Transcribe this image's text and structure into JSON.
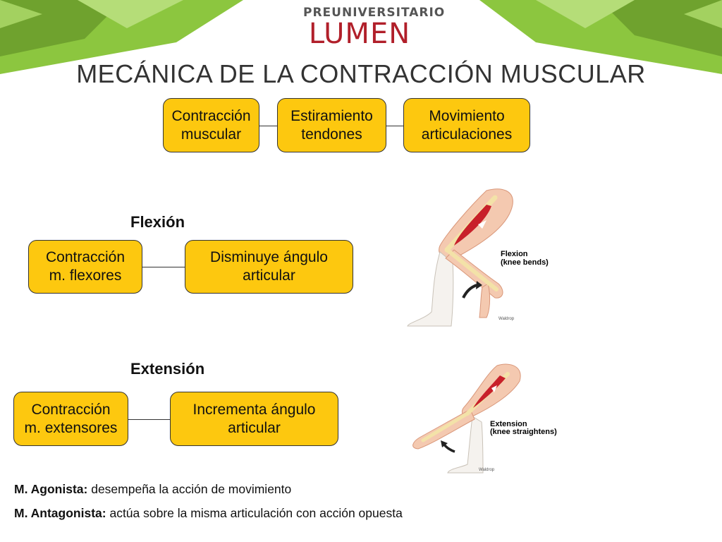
{
  "logo": {
    "line1": "PREUNIVERSITARIO",
    "line2": "LUMEN"
  },
  "title": "MECÁNICA DE LA CONTRACCIÓN MUSCULAR",
  "flow_top": [
    "Contracción\nmuscular",
    "Estiramiento\ntendones",
    "Movimiento\narticulaciones"
  ],
  "flexion": {
    "heading": "Flexión",
    "box1": "Contracción\nm. flexores",
    "box2": "Disminuye ángulo\narticular",
    "image_label_1": "Flexion",
    "image_label_2": "(knee bends)",
    "credit": "Waldrop"
  },
  "extension": {
    "heading": "Extensión",
    "box1": "Contracción\nm. extensores",
    "box2": "Incrementa ángulo\narticular",
    "image_label_1": "Extension",
    "image_label_2": "(knee straightens)",
    "credit": "Waldrop"
  },
  "definitions": [
    {
      "term": "M. Agonista:",
      "text": " desempeña la acción de movimiento"
    },
    {
      "term": "M. Antagonista:",
      "text": " actúa sobre la misma articulación con acción opuesta"
    }
  ],
  "colors": {
    "box_fill": "#fdc80f",
    "logo_red": "#b11f2a",
    "banner_green": "#8cc63f"
  }
}
